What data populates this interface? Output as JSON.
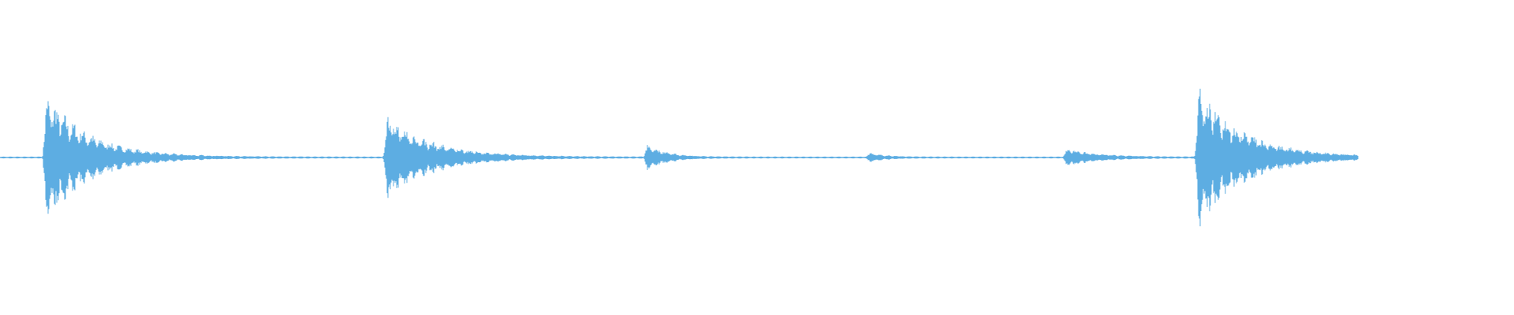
{
  "waveform": {
    "color": "#5DADE2",
    "background": "#FFFFFF",
    "bursts": [
      {
        "at": 0.031,
        "amplitude": 0.88,
        "decay": 0.028,
        "ripple": 0.006
      },
      {
        "at": 0.256,
        "amplitude": 0.57,
        "decay": 0.03,
        "ripple": 0.006
      },
      {
        "at": 0.428,
        "amplitude": 0.18,
        "decay": 0.012,
        "ripple": 0.006
      },
      {
        "at": 0.575,
        "amplitude": 0.06,
        "decay": 0.01,
        "ripple": 0.006
      },
      {
        "at": 0.705,
        "amplitude": 0.12,
        "decay": 0.02,
        "ripple": 0.006
      },
      {
        "at": 0.792,
        "amplitude": 0.96,
        "decay": 0.03,
        "ripple": 0.006
      }
    ],
    "noise_floor": 0.012,
    "signal_end": 0.897
  }
}
